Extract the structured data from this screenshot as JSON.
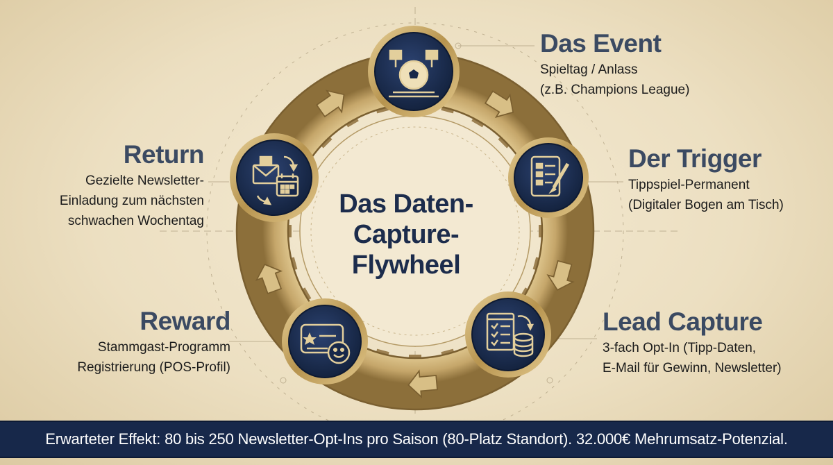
{
  "center": {
    "line1": "Das Daten-",
    "line2": "Capture-",
    "line3": "Flywheel"
  },
  "stages": {
    "event": {
      "title": "Das Event",
      "line1": "Spieltag / Anlass",
      "line2": "(z.B. Champions League)",
      "icon": "soccer-stadium-icon"
    },
    "trigger": {
      "title": "Der Trigger",
      "line1": "Tippspiel-Permanent",
      "line2": "(Digitaler Bogen am Tisch)",
      "icon": "tablet-form-pen-icon"
    },
    "lead": {
      "title": "Lead Capture",
      "line1": "3-fach Opt-In (Tipp-Daten,",
      "line2": "E-Mail für Gewinn, Newsletter)",
      "icon": "checklist-database-icon"
    },
    "reward": {
      "title": "Reward",
      "line1": "Stammgast-Programm",
      "line2": "Registrierung (POS-Profil)",
      "icon": "loyalty-card-smile-icon"
    },
    "return": {
      "title": "Return",
      "line1": "Gezielte Newsletter-",
      "line2": "Einladung zum nächsten",
      "line3": "schwachen Wochentag",
      "icon": "mail-calendar-cycle-icon"
    }
  },
  "footer": {
    "text": "Erwarteter Effekt: 80 bis 250 Newsletter-Opt-Ins pro Saison (80-Platz Standort). 32.000€ Mehrumsatz-Potenzial."
  },
  "colors": {
    "navy": "#17284a",
    "gold": "#c9ad72",
    "parchment": "#efe3c6",
    "title_slate": "#3b4a62"
  }
}
